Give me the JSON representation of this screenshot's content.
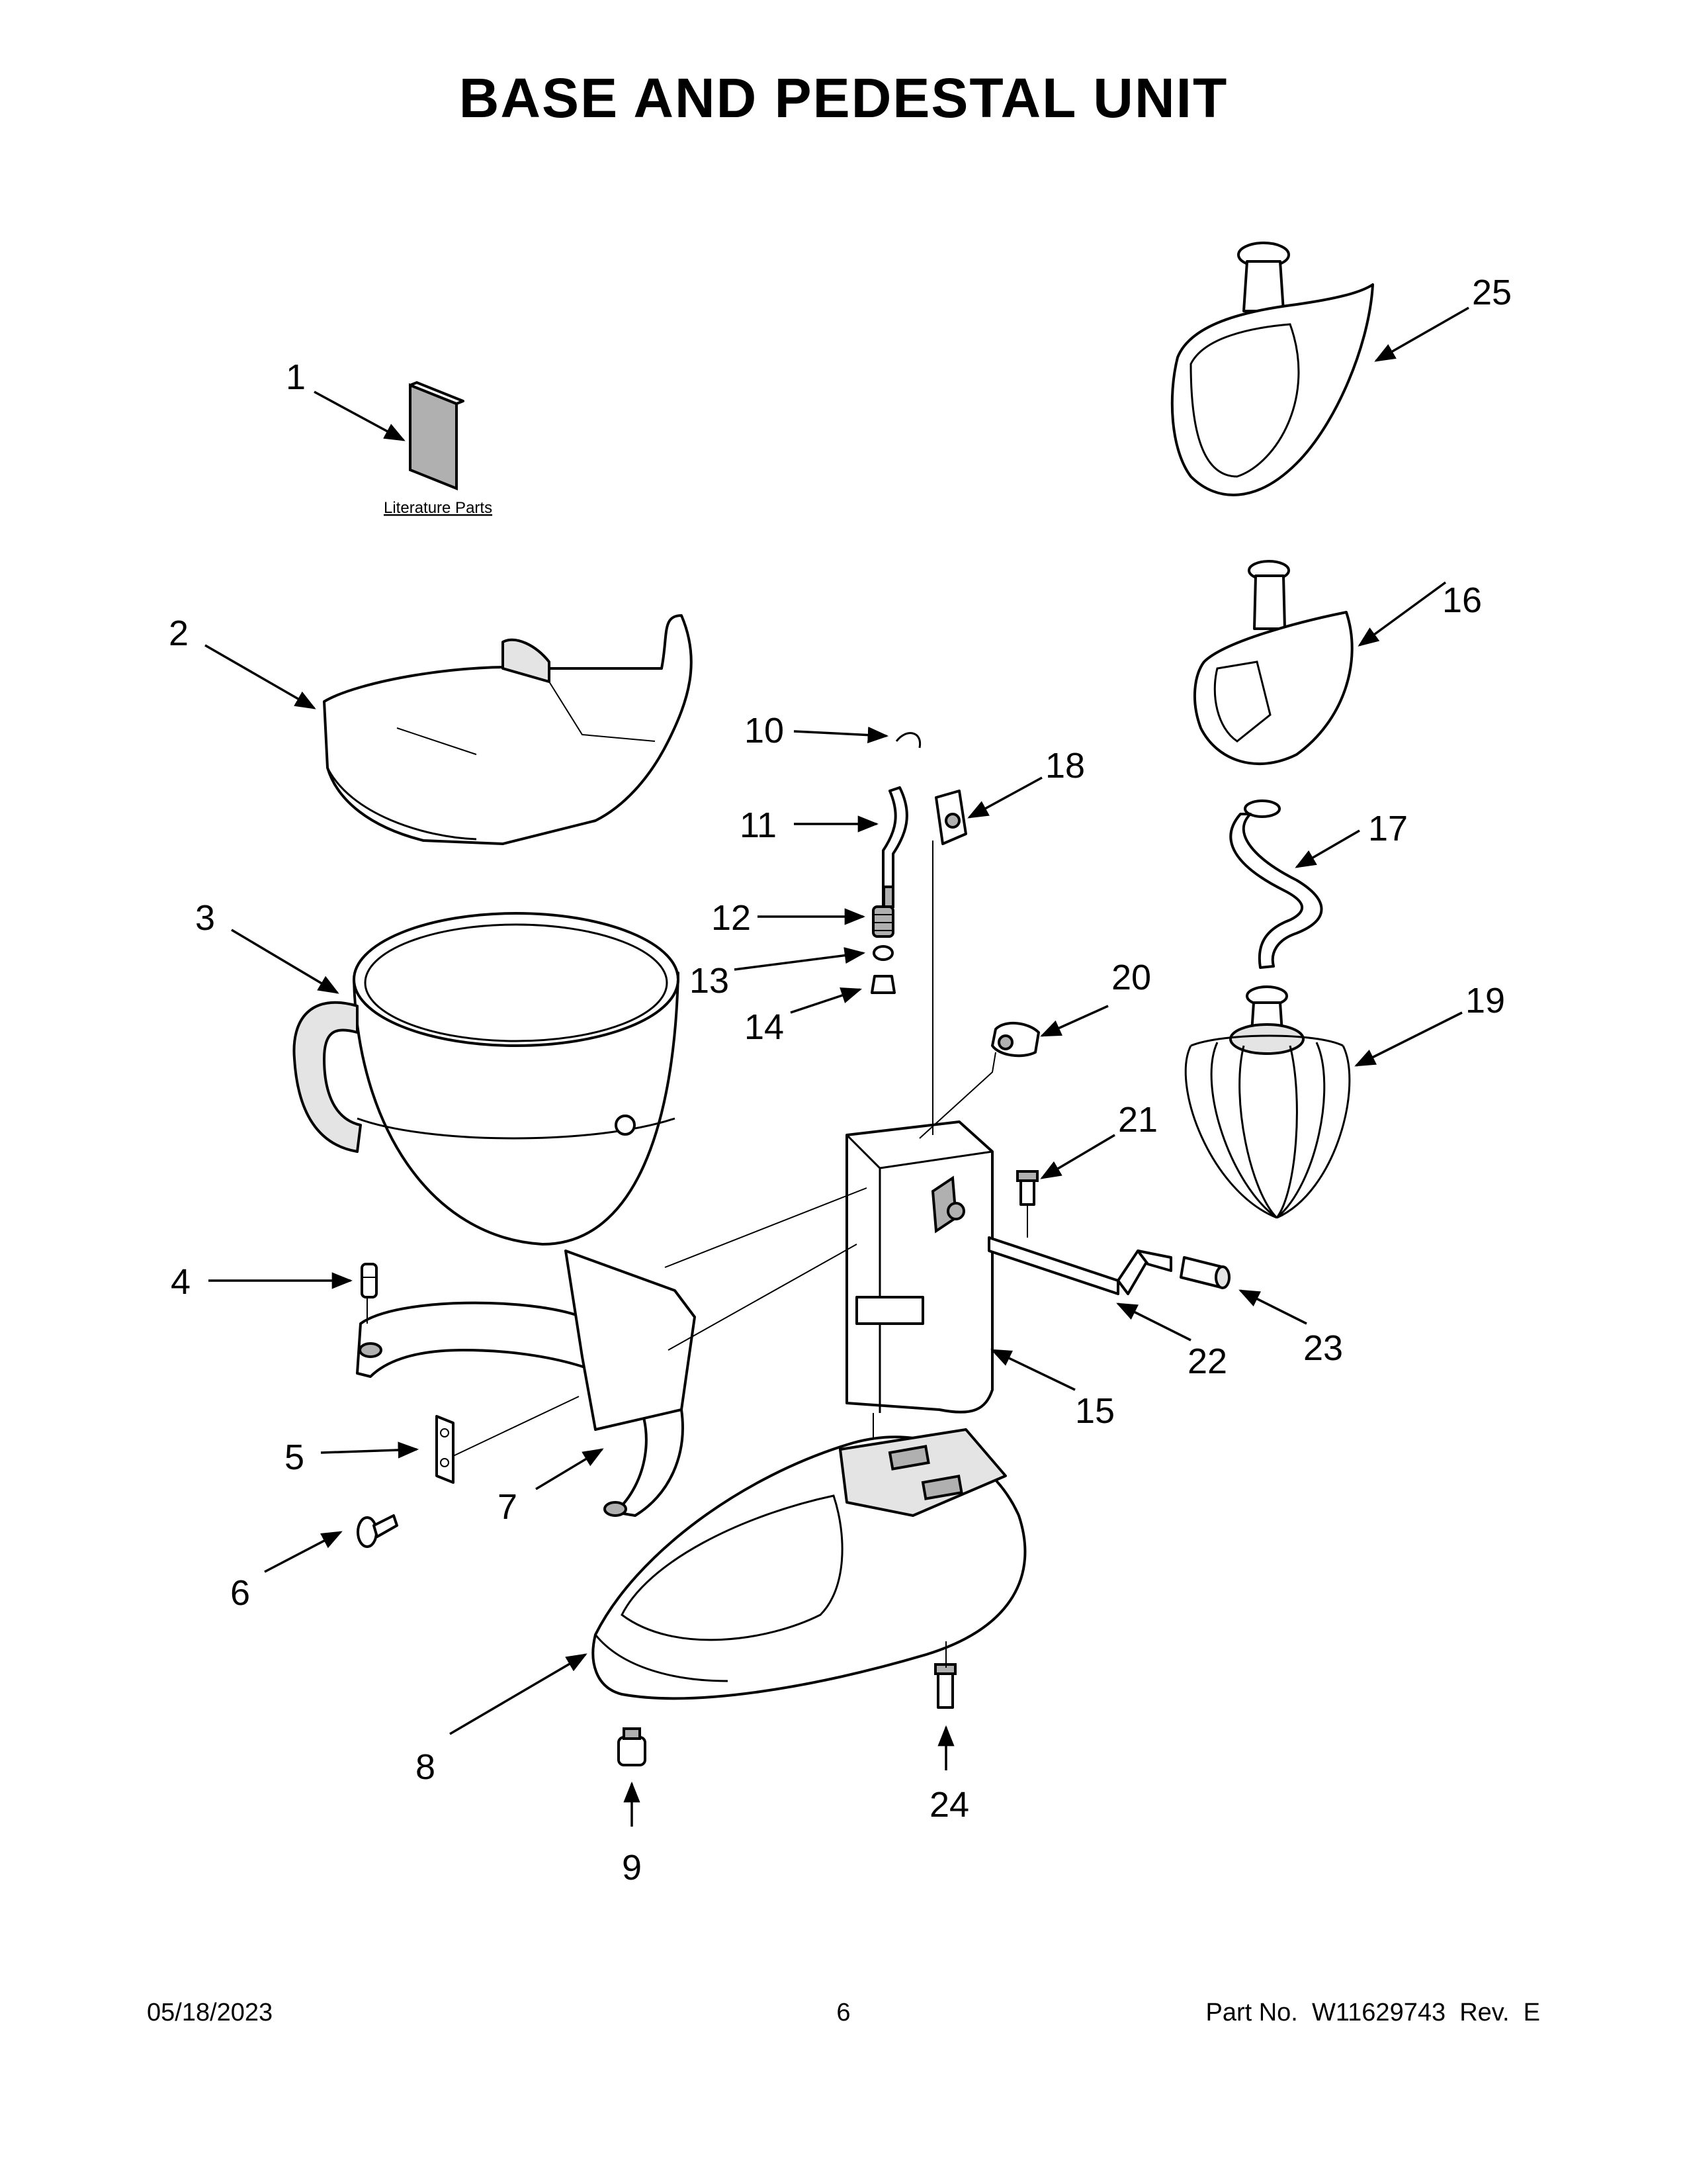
{
  "title": "BASE AND PEDESTAL UNIT",
  "literature_label": "Literature Parts",
  "callouts": [
    "1",
    "2",
    "3",
    "4",
    "5",
    "6",
    "7",
    "8",
    "9",
    "10",
    "11",
    "12",
    "13",
    "14",
    "15",
    "16",
    "17",
    "18",
    "19",
    "20",
    "21",
    "22",
    "23",
    "24",
    "25"
  ],
  "footer": {
    "date": "05/18/2023",
    "page": "6",
    "part_number": "Part No.  W11629743  Rev.  E"
  }
}
